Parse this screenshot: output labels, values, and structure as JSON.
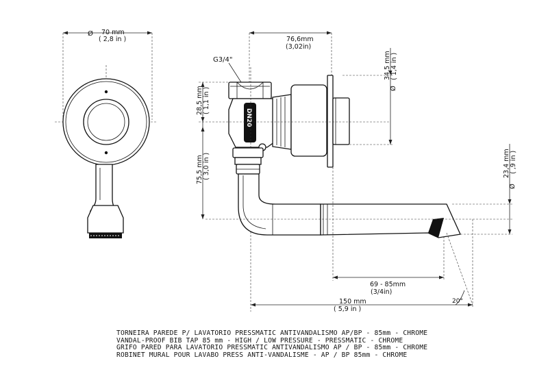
{
  "dimensions": {
    "diameter_front_mm": "70 mm",
    "diameter_front_in": "( 2,8 in )",
    "width_top_mm": "76,6mm",
    "width_top_in": "(3,02in)",
    "thread_label": "G3/4\"",
    "body_diameter_mm": "34,5 mm",
    "body_diameter_in": "( 1,4 in )",
    "inlet_height_mm": "28,5 mm",
    "inlet_height_in": "( 1,1 in )",
    "drop_height_mm": "75,5 mm",
    "drop_height_in": "( 3,0 in )",
    "spout_diameter_mm": "23,4 mm",
    "spout_diameter_in": "( ,9 in )",
    "spout_reach_mm": "69 - 85mm",
    "spout_reach_in": "(3/4in)",
    "total_length_mm": "150 mm",
    "total_length_in": "( 5,9 in )",
    "angle": "20°",
    "diameter_symbol": "Ø",
    "body_marking": "DN20"
  },
  "captions": [
    "TORNEIRA PAREDE P/ LAVATORIO PRESSMATIC ANTIVANDALISMO AP/BP - 85mm - CHROME",
    "VANDAL-PROOF BIB TAP 85 mm - HIGH / LOW PRESSURE - PRESSMATIC - CHROME",
    "GRIFO PARED PARA LAVATORIO PRESSMATIC ANTIVANDALISMO AP / BP - 85mm - CHROME",
    "ROBINET MURAL POUR LAVABO PRESS ANTI-VANDALISME - AP / BP 85mm - CHROME"
  ]
}
